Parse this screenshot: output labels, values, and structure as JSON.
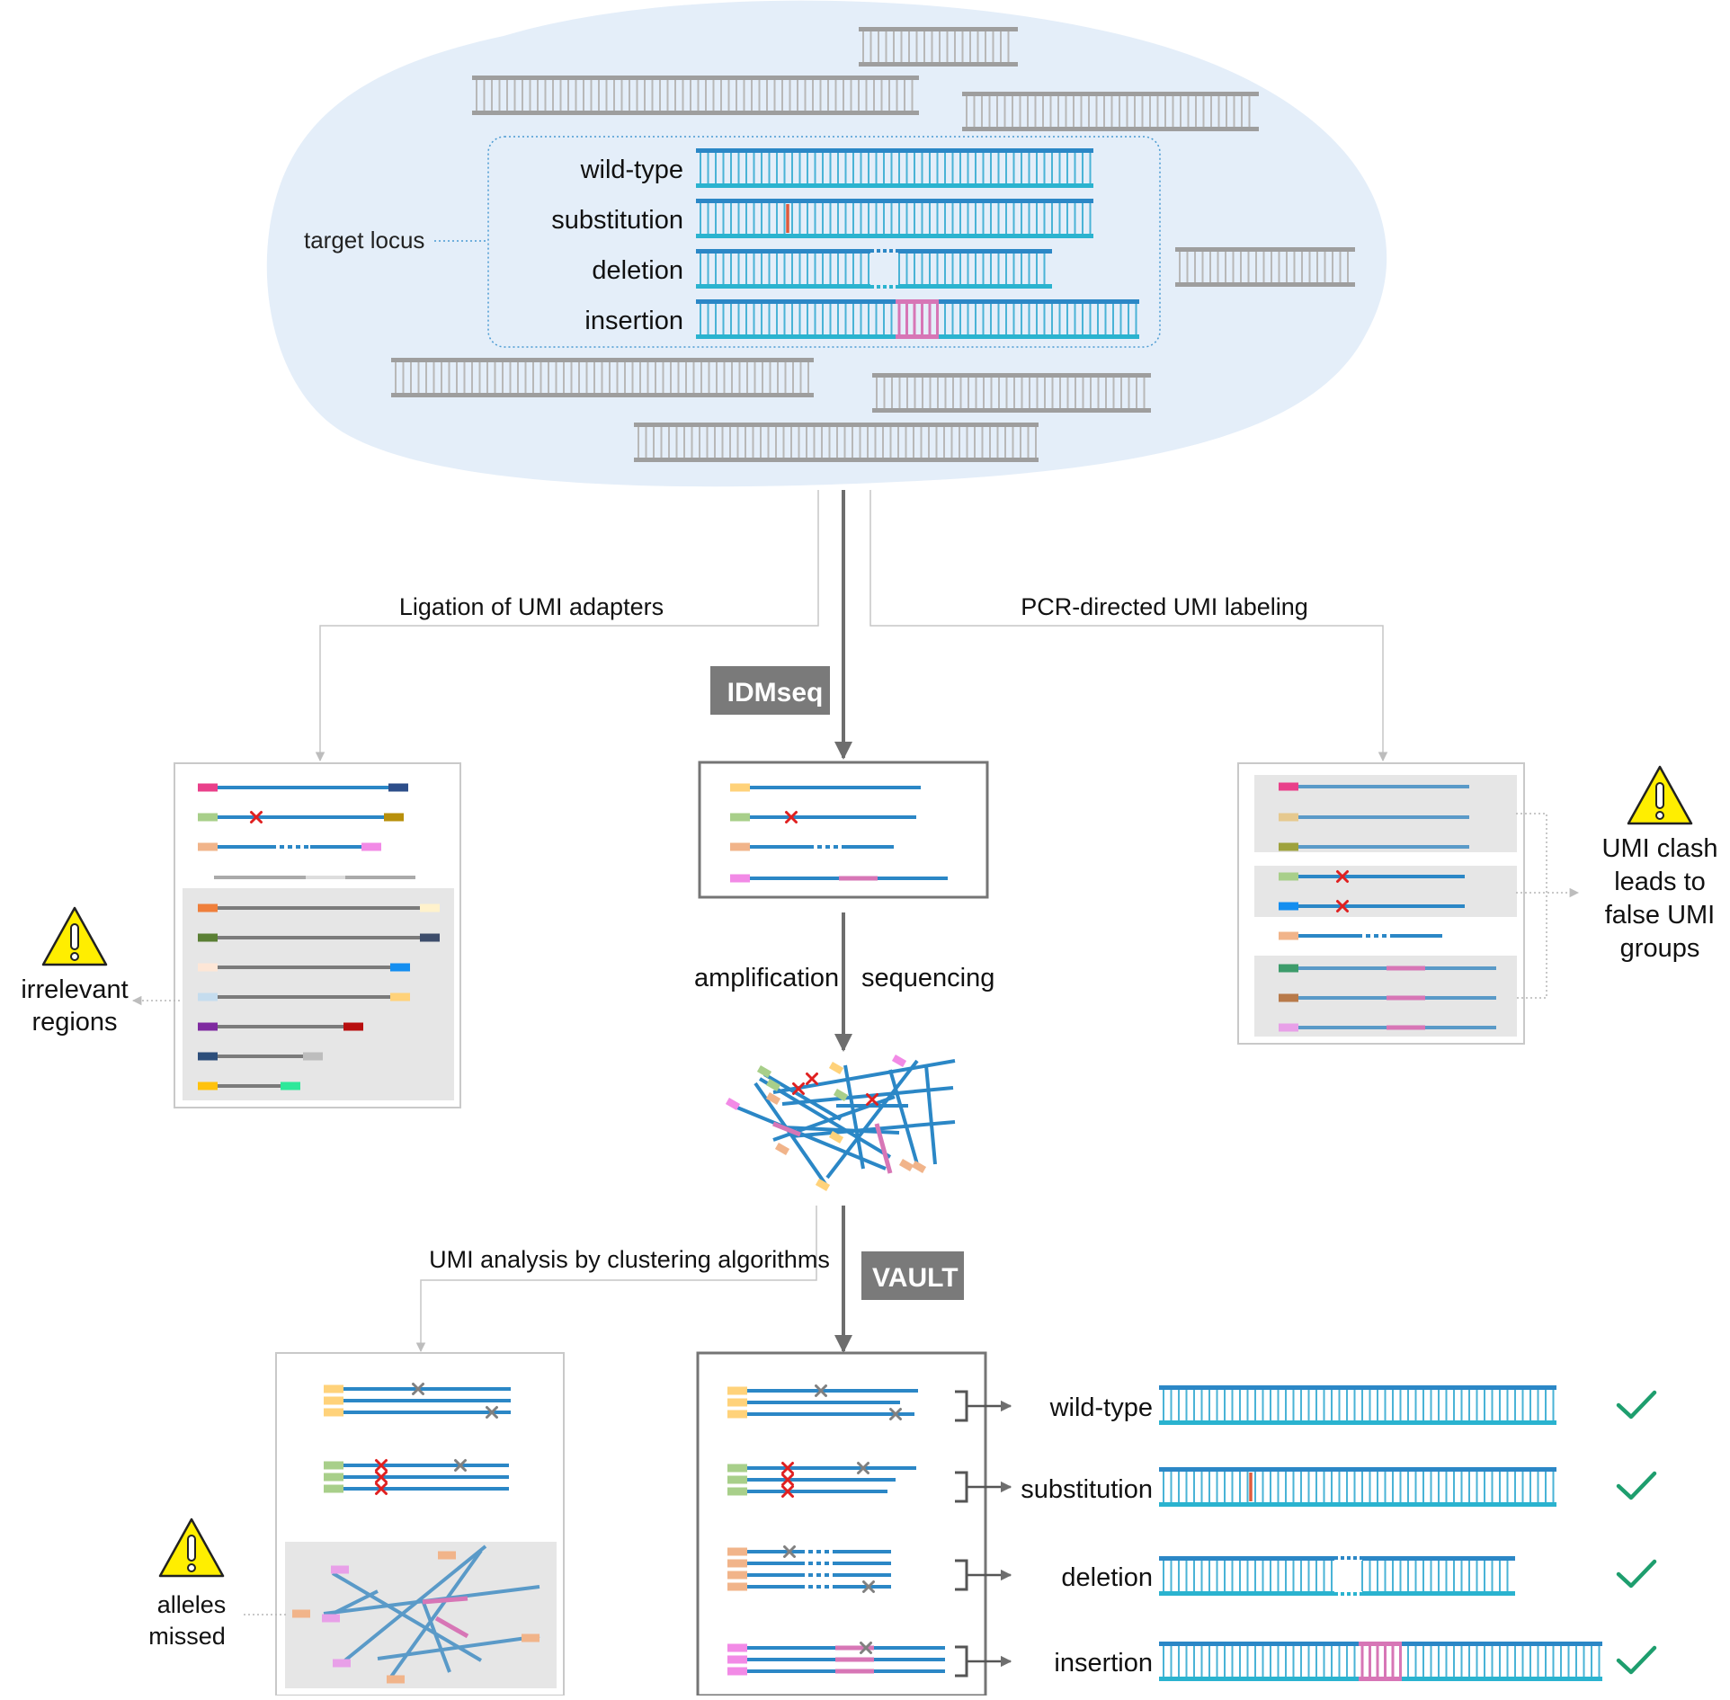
{
  "colors": {
    "cell": "#e4eef9",
    "dna_gray": "#9e9e9e",
    "dna_blue": "#2b87c6",
    "dna_cyan": "#2ab3cf",
    "insert": "#d776b6",
    "substitution": "#e05a3c",
    "mutation_x": "#e02020",
    "seq_error_x": "#808080",
    "tag_bg": "#7a7a7a",
    "warning": "#ffee00",
    "check": "#1e9e6e",
    "panel_gray": "#e6e6e6"
  },
  "cell": {
    "target_locus_label": "target locus",
    "alleles": [
      "wild-type",
      "substitution",
      "deletion",
      "insertion"
    ]
  },
  "branches": {
    "left_label": "Ligation of UMI adapters",
    "right_label": "PCR-directed UMI labeling",
    "center_tag": "IDMseq"
  },
  "process": {
    "amplification": "amplification",
    "sequencing": "sequencing"
  },
  "analysis": {
    "left_label": "UMI analysis by clustering algorithms",
    "center_tag": "VAULT"
  },
  "warnings": {
    "irrelevant": [
      "irrelevant",
      "regions"
    ],
    "umi_clash": [
      "UMI clash",
      "leads to",
      "false UMI",
      "groups"
    ],
    "alleles_missed": [
      "alleles",
      "missed"
    ]
  },
  "results": {
    "alleles": [
      "wild-type",
      "substitution",
      "deletion",
      "insertion"
    ],
    "status_icon": "check-icon"
  }
}
